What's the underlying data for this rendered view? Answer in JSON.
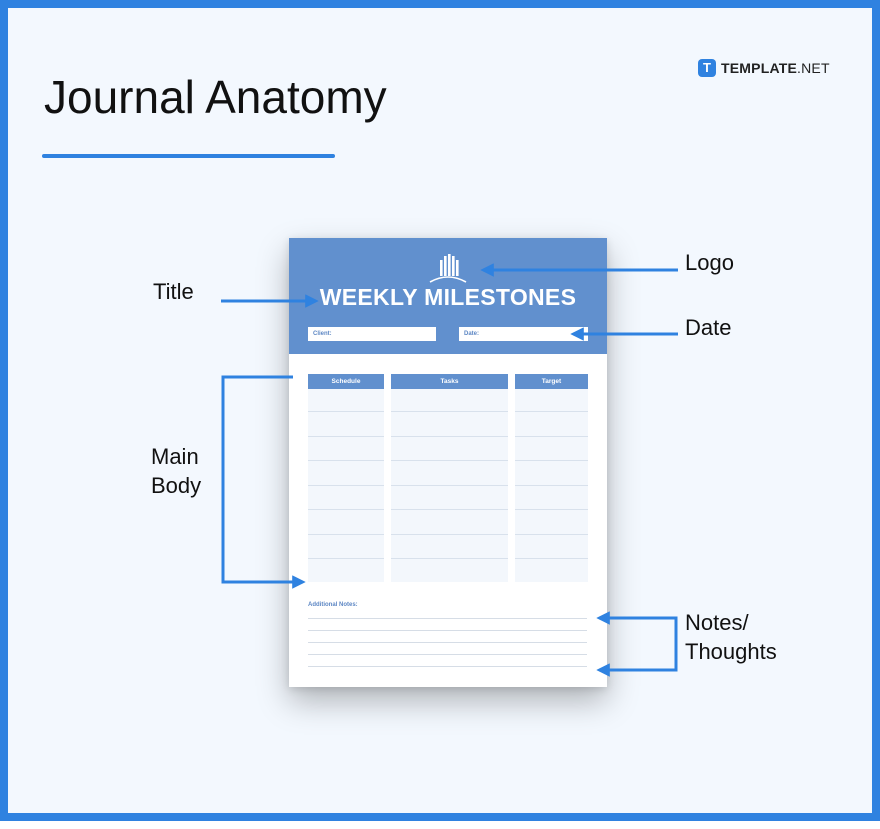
{
  "heading": {
    "title": "Journal Anatomy"
  },
  "brand": {
    "icon_letter": "T",
    "name_bold": "TEMPLATE",
    "name_suffix": ".NET"
  },
  "journal": {
    "title": "WEEKLY MILESTONES",
    "client_label": "Client:",
    "date_label": "Date:",
    "columns": [
      "Schedule",
      "Tasks",
      "Target"
    ],
    "notes_label": "Additional Notes:"
  },
  "labels": {
    "title": "Title",
    "logo": "Logo",
    "date": "Date",
    "main_body_line1": "Main",
    "main_body_line2": "Body",
    "notes_line1": "Notes/",
    "notes_line2": "Thoughts"
  },
  "colors": {
    "accent": "#2f82e0",
    "sheet_header": "#6190ce",
    "background": "#f3f8fe"
  },
  "icons": [
    "building-logo-icon",
    "brand-t-icon",
    "arrow-icon"
  ]
}
